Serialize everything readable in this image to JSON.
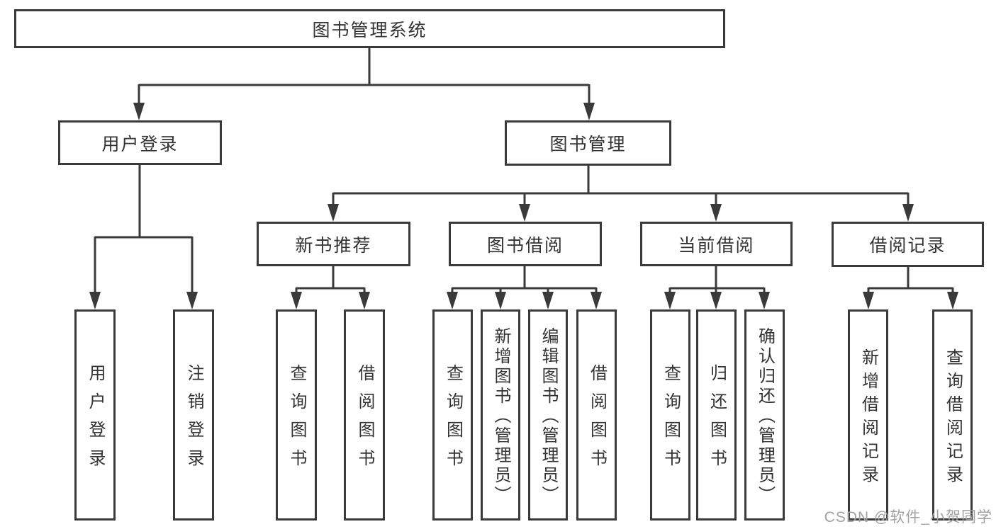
{
  "diagram": {
    "type": "hierarchy-tree",
    "title": "图书管理系统"
  },
  "colors": {
    "background": "#ffffff",
    "line": "#3a3a3a",
    "box_border": "#3a3a3a",
    "text": "#333333",
    "watermark": "#a2a2a2"
  },
  "nodes": {
    "root": {
      "label": "图书管理系统"
    },
    "user_login": {
      "label": "用户登录"
    },
    "book_mgmt": {
      "label": "图书管理"
    },
    "new_book": {
      "label": "新书推荐"
    },
    "book_borrow": {
      "label": "图书借阅"
    },
    "current_borrow": {
      "label": "当前借阅"
    },
    "borrow_record": {
      "label": "借阅记录"
    },
    "leaf_user_login": {
      "label": "用户登录"
    },
    "leaf_logout": {
      "label": "注销登录"
    },
    "leaf_nb_query": {
      "label": "查询图书"
    },
    "leaf_nb_borrow": {
      "label": "借阅图书"
    },
    "leaf_bb_query": {
      "label": "查询图书"
    },
    "leaf_bb_add": {
      "label": "新增图书（管理员）"
    },
    "leaf_bb_edit": {
      "label": "编辑图书（管理员）"
    },
    "leaf_bb_borrow": {
      "label": "借阅图书"
    },
    "leaf_cb_query": {
      "label": "查询图书"
    },
    "leaf_cb_return": {
      "label": "归还图书"
    },
    "leaf_cb_confirm": {
      "label": "确认归还（管理员）"
    },
    "leaf_br_add": {
      "label": "新增借阅记录"
    },
    "leaf_br_query": {
      "label": "查询借阅记录"
    }
  },
  "hierarchy": {
    "label": "图书管理系统",
    "children": [
      {
        "label": "用户登录",
        "children": [
          {
            "label": "用户登录"
          },
          {
            "label": "注销登录"
          }
        ]
      },
      {
        "label": "图书管理",
        "children": [
          {
            "label": "新书推荐",
            "children": [
              {
                "label": "查询图书"
              },
              {
                "label": "借阅图书"
              }
            ]
          },
          {
            "label": "图书借阅",
            "children": [
              {
                "label": "查询图书"
              },
              {
                "label": "新增图书（管理员）"
              },
              {
                "label": "编辑图书（管理员）"
              },
              {
                "label": "借阅图书"
              }
            ]
          },
          {
            "label": "当前借阅",
            "children": [
              {
                "label": "查询图书"
              },
              {
                "label": "归还图书"
              },
              {
                "label": "确认归还（管理员）"
              }
            ]
          },
          {
            "label": "借阅记录",
            "children": [
              {
                "label": "新增借阅记录"
              },
              {
                "label": "查询借阅记录"
              }
            ]
          }
        ]
      }
    ]
  },
  "watermark": {
    "text": "CSDN @软件_小贺同学"
  }
}
